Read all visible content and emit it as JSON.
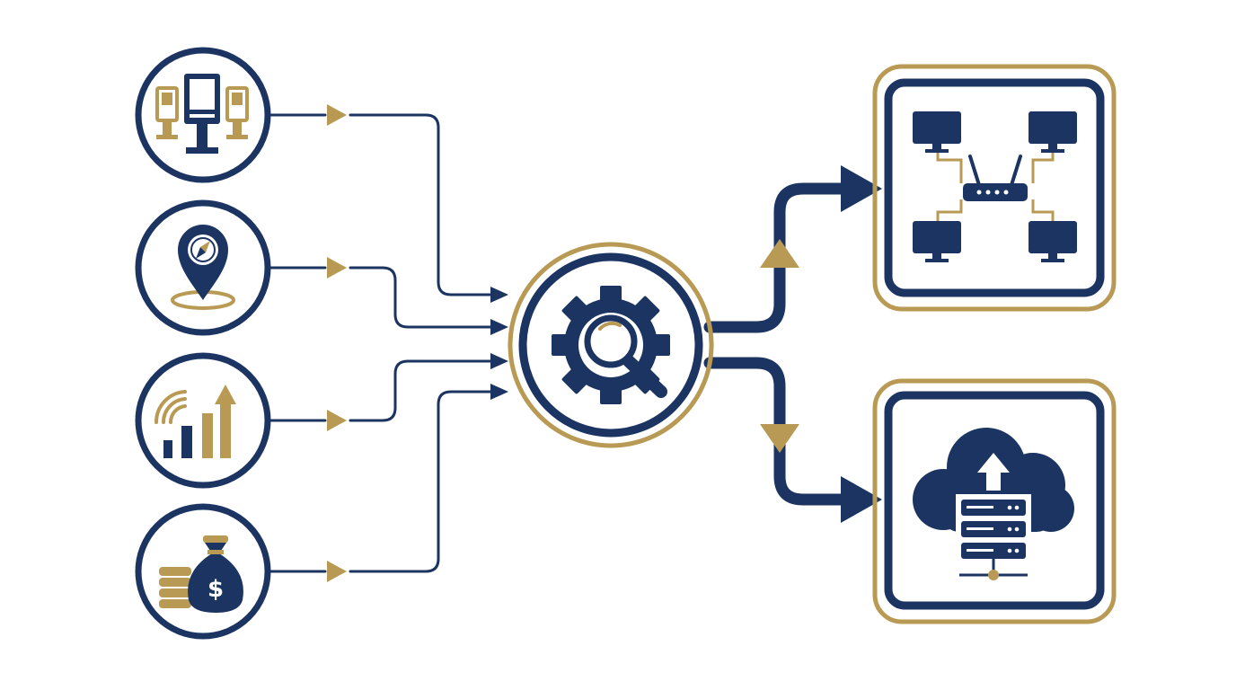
{
  "colors": {
    "navy": "#1b3461",
    "gold": "#b99a55",
    "background": "#ffffff"
  },
  "inputs": [
    {
      "id": "kiosk",
      "icon": "kiosk-terminals-icon"
    },
    {
      "id": "location",
      "icon": "location-pin-compass-icon"
    },
    {
      "id": "signal",
      "icon": "signal-growth-chart-icon"
    },
    {
      "id": "finance",
      "icon": "money-bag-coins-icon"
    }
  ],
  "hub": {
    "icon": "gear-magnifier-icon"
  },
  "outputs": [
    {
      "id": "network",
      "icon": "network-router-computers-icon"
    },
    {
      "id": "cloud",
      "icon": "cloud-server-upload-icon"
    }
  ],
  "text": {
    "dollar_sign": "$"
  }
}
